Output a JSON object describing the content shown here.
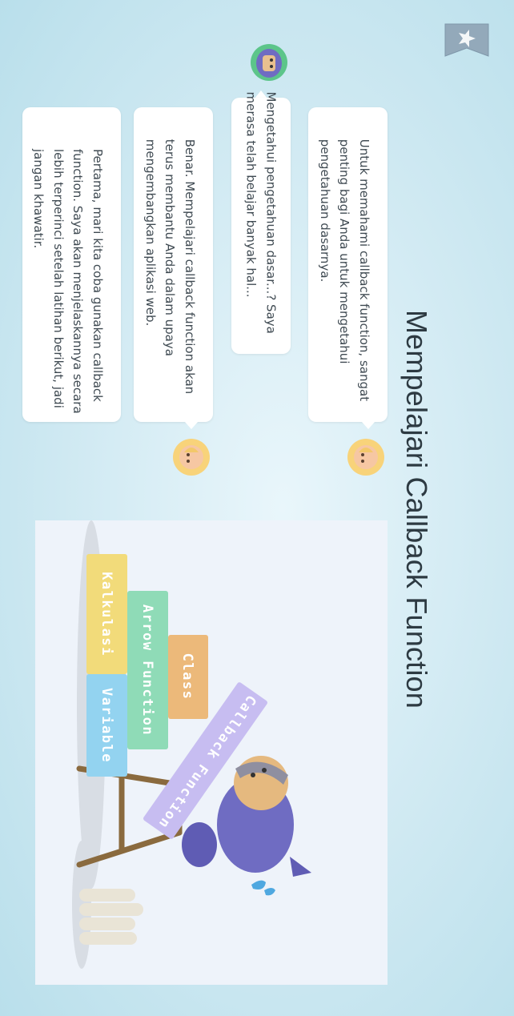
{
  "header": {
    "title": "Mempelajari Callback Function",
    "bookmark_icon": "star-bookmark-icon"
  },
  "conversation": [
    {
      "speaker": "guide",
      "text": "Untuk memahami callback function, sangat penting bagi Anda untuk mengetahui pengetahuan dasarnya."
    },
    {
      "speaker": "ninja",
      "text": "Mengetahui pengetahuan dasar...? Saya merasa telah belajar banyak hal..."
    },
    {
      "speaker": "guide",
      "text": "Benar. Mempelajari callback function akan terus membantu Anda dalam upaya mengembangkan aplikasi web."
    },
    {
      "speaker": "guide",
      "text": "Pertama, mari kita coba gunakan callback function. Saya akan menjelaskannya secara lebih terperinci setelah latihan berikut, jadi jangan khawatir."
    }
  ],
  "illustration": {
    "blocks": {
      "callback": "Callback Function",
      "class": "Class",
      "arrow": "Arrow Function",
      "kalkulasi": "Kalkulasi",
      "variable": "Variable"
    },
    "colors": {
      "callback": "#c7bdf1",
      "class": "#ecb97a",
      "arrow": "#8fdbb7",
      "kalkulasi": "#f2db7a",
      "variable": "#93d3f0",
      "ninja": "#6f6cc2",
      "background": "#eef3fa"
    }
  }
}
